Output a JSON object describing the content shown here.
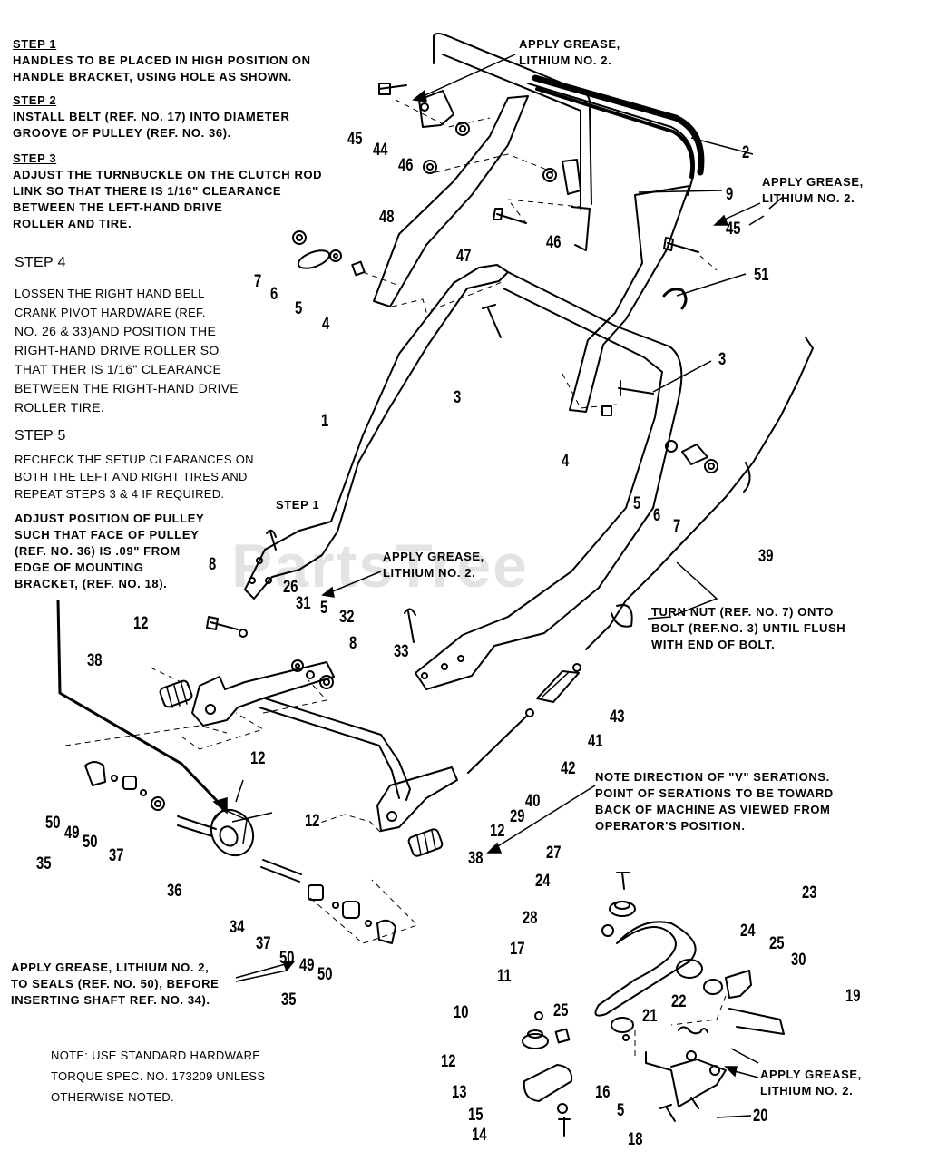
{
  "instructions": {
    "step1": {
      "title": "STEP 1",
      "lines": [
        "HANDLES TO BE PLACED IN HIGH POSITION ON",
        "HANDLE BRACKET, USING HOLE AS SHOWN."
      ]
    },
    "step2": {
      "title": "STEP 2",
      "lines": [
        "INSTALL BELT (REF. NO. 17) INTO DIAMETER",
        "GROOVE OF PULLEY (REF. NO. 36)."
      ]
    },
    "step3": {
      "title": "STEP 3",
      "lines": [
        "ADJUST THE TURNBUCKLE ON THE CLUTCH ROD",
        "LINK SO THAT THERE IS 1/16\" CLEARANCE",
        "BETWEEN THE LEFT-HAND DRIVE",
        "ROLLER AND TIRE."
      ]
    },
    "step4": {
      "title": "STEP 4",
      "lines": [
        "LOSSEN THE RIGHT HAND BELL",
        "CRANK PIVOT HARDWARE (REF.",
        "NO. 26 & 33)AND POSITION THE",
        "RIGHT-HAND DRIVE ROLLER SO",
        "THAT THER IS 1/16\" CLEARANCE",
        "BETWEEN THE RIGHT-HAND DRIVE",
        "ROLLER TIRE."
      ]
    },
    "step5": {
      "title": "STEP 5",
      "lines": [
        "RECHECK THE SETUP CLEARANCES ON",
        "BOTH THE LEFT AND RIGHT TIRES AND",
        "REPEAT STEPS 3 & 4 IF REQUIRED."
      ]
    },
    "pulley": {
      "lines": [
        "ADJUST POSITION OF PULLEY",
        "SUCH THAT FACE OF PULLEY",
        "(REF. NO. 36) IS .09\" FROM",
        "EDGE OF MOUNTING",
        "BRACKET, (REF. NO. 18)."
      ]
    }
  },
  "callouts": {
    "grease_top": [
      "APPLY GREASE,",
      "LITHIUM NO. 2."
    ],
    "grease_right": [
      "APPLY GREASE,",
      "LITHIUM NO. 2."
    ],
    "grease_mid": [
      "APPLY GREASE,",
      "LITHIUM NO. 2."
    ],
    "grease_bottom": [
      "APPLY GREASE,",
      "LITHIUM NO. 2."
    ],
    "step1_label": "STEP 1",
    "turn_nut": [
      "TURN NUT (REF. NO. 7) ONTO",
      "BOLT  (REF.NO. 3) UNTIL FLUSH",
      "WITH END OF BOLT."
    ],
    "serations": [
      "NOTE DIRECTION OF \"V\" SERATIONS.",
      "POINT OF  SERATIONS    TO BE TOWARD",
      "BACK OF MACHINE AS VIEWED FROM",
      "OPERATOR'S POSITION."
    ],
    "seals": [
      "APPLY GREASE, LITHIUM NO. 2,",
      "TO SEALS (REF. NO. 50), BEFORE",
      "INSERTING SHAFT REF. NO. 34)."
    ],
    "torque": [
      "NOTE: USE STANDARD HARDWARE",
      "TORQUE SPEC. NO. 173209 UNLESS",
      "OTHERWISE NOTED."
    ]
  },
  "watermark": "PartsTree",
  "part_numbers": [
    "45",
    "44",
    "46",
    "48",
    "2",
    "9",
    "45",
    "46",
    "47",
    "51",
    "7",
    "6",
    "5",
    "4",
    "3",
    "3",
    "1",
    "4",
    "5",
    "6",
    "7",
    "39",
    "8",
    "26",
    "31",
    "5",
    "32",
    "8",
    "33",
    "12",
    "38",
    "43",
    "41",
    "42",
    "40",
    "29",
    "12",
    "38",
    "12",
    "50",
    "49",
    "50",
    "37",
    "35",
    "36",
    "34",
    "12",
    "37",
    "50",
    "49",
    "50",
    "35",
    "27",
    "24",
    "28",
    "23",
    "17",
    "24",
    "25",
    "30",
    "11",
    "10",
    "25",
    "22",
    "19",
    "21",
    "12",
    "16",
    "5",
    "13",
    "15",
    "14",
    "18",
    "20"
  ]
}
